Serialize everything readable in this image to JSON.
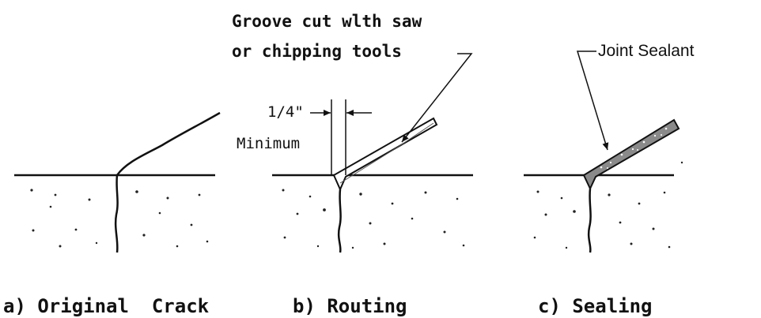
{
  "panels": {
    "a": {
      "caption": "a) Original  Crack"
    },
    "b": {
      "caption": "b) Routing",
      "callout_line1": "Groove cut wlth saw",
      "callout_line2": "or chipping tools",
      "dimension_value": "1/4\"",
      "dimension_label": "Minimum"
    },
    "c": {
      "caption": "c) Sealing",
      "callout": "Joint Sealant"
    }
  }
}
